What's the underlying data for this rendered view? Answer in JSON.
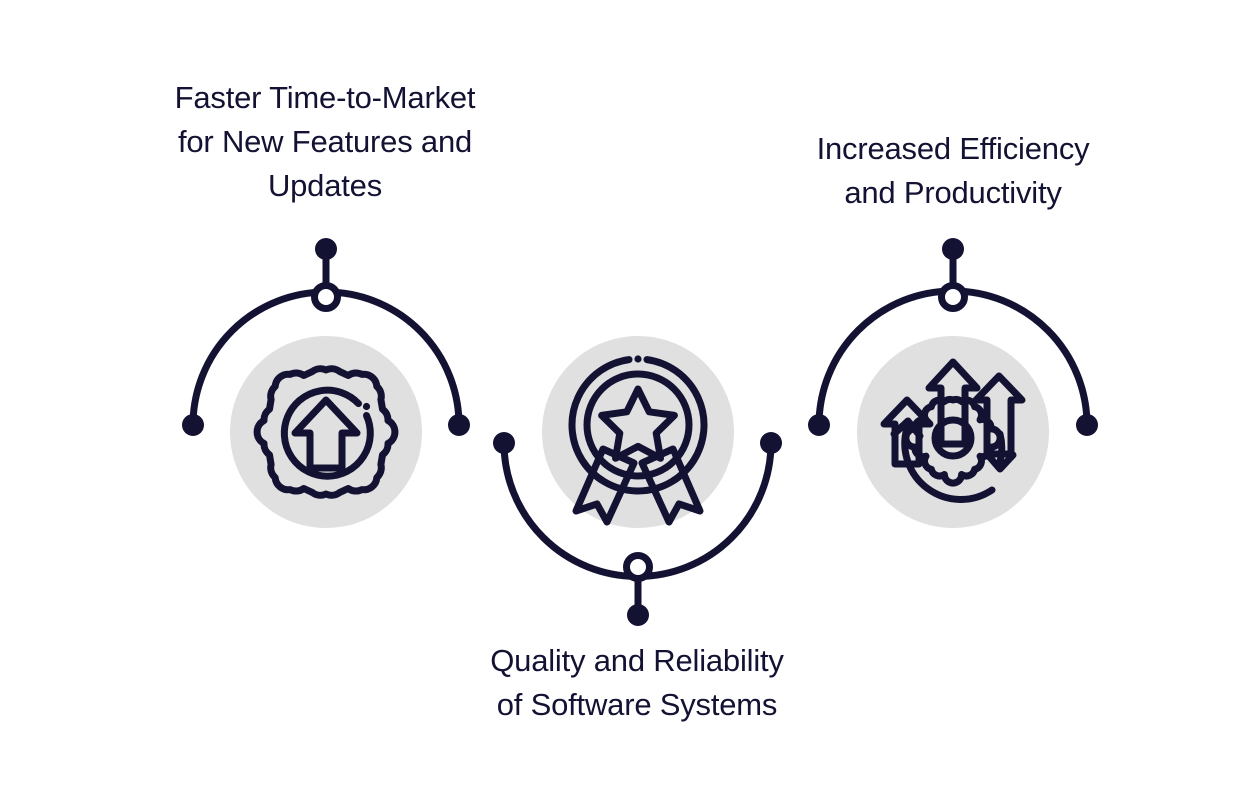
{
  "diagram": {
    "title_text": "",
    "background_color": "#ffffff",
    "accent_color": "#131233",
    "icon_badge_color": "#e0e0e0",
    "node_fill_color": "#131233",
    "hub_fill_color": "#ffffff"
  },
  "nodes": [
    {
      "id": "node-1",
      "label": "Faster Time-to-Market\nfor New Features and\nUpdates",
      "icon_name": "gear-up-arrow-icon",
      "icon_description": "gear with upward arrow inside a circle",
      "arc_direction": "up",
      "position": "left"
    },
    {
      "id": "node-2",
      "label": "Quality and Reliability\nof Software Systems",
      "icon_name": "award-medal-star-icon",
      "icon_description": "award medal with star and ribbon tails",
      "arc_direction": "down",
      "position": "center"
    },
    {
      "id": "node-3",
      "label": "Increased Efficiency\nand Productivity",
      "icon_name": "growth-arrows-gear-icon",
      "icon_description": "three rising arrows with gear and circular refresh arrow",
      "arc_direction": "up",
      "position": "right"
    }
  ]
}
